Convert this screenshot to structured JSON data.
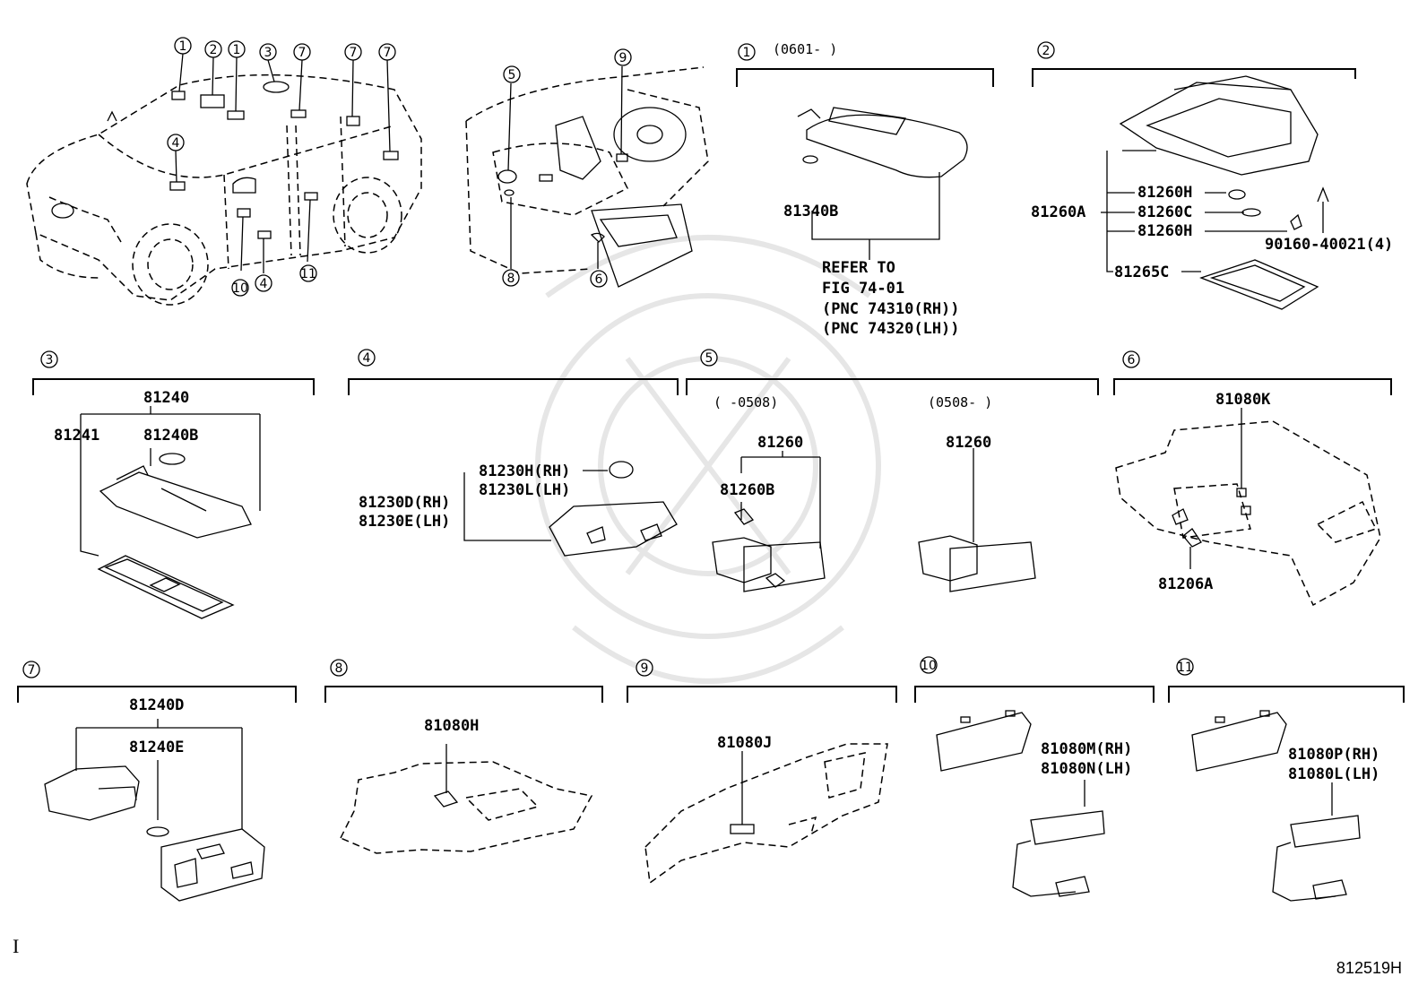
{
  "diagram": {
    "figure_code": "812519H",
    "corner_mark": "I",
    "overview_callouts": [
      "1",
      "2",
      "1",
      "3",
      "7",
      "7",
      "7",
      "4",
      "10",
      "4",
      "11",
      "5",
      "9",
      "8",
      "6"
    ],
    "sections": [
      {
        "id": "1",
        "range": "(0601-      )",
        "parts": [
          "81340B"
        ],
        "note": [
          "REFER TO",
          "FIG 74-01",
          "(PNC 74310(RH))",
          "(PNC 74320(LH))"
        ]
      },
      {
        "id": "2",
        "parts": [
          "81260H",
          "81260A",
          "81260C",
          "81260H",
          "81265C",
          "90160-40021(4)"
        ]
      },
      {
        "id": "3",
        "parts": [
          "81240",
          "81241",
          "81240B"
        ]
      },
      {
        "id": "4",
        "parts": [
          "81230H(RH)",
          "81230L(LH)",
          "81230D(RH)",
          "81230E(LH)"
        ]
      },
      {
        "id": "5",
        "ranges": [
          "(      -0508)",
          "(0508-      )"
        ],
        "parts": [
          "81260",
          "81260B",
          "81260"
        ]
      },
      {
        "id": "6",
        "parts": [
          "81080K",
          "81206A"
        ]
      },
      {
        "id": "7",
        "parts": [
          "81240D",
          "81240E"
        ]
      },
      {
        "id": "8",
        "parts": [
          "81080H"
        ]
      },
      {
        "id": "9",
        "parts": [
          "81080J"
        ]
      },
      {
        "id": "10",
        "parts": [
          "81080M(RH)",
          "81080N(LH)"
        ]
      },
      {
        "id": "11",
        "parts": [
          "81080P(RH)",
          "81080L(LH)"
        ]
      }
    ]
  }
}
